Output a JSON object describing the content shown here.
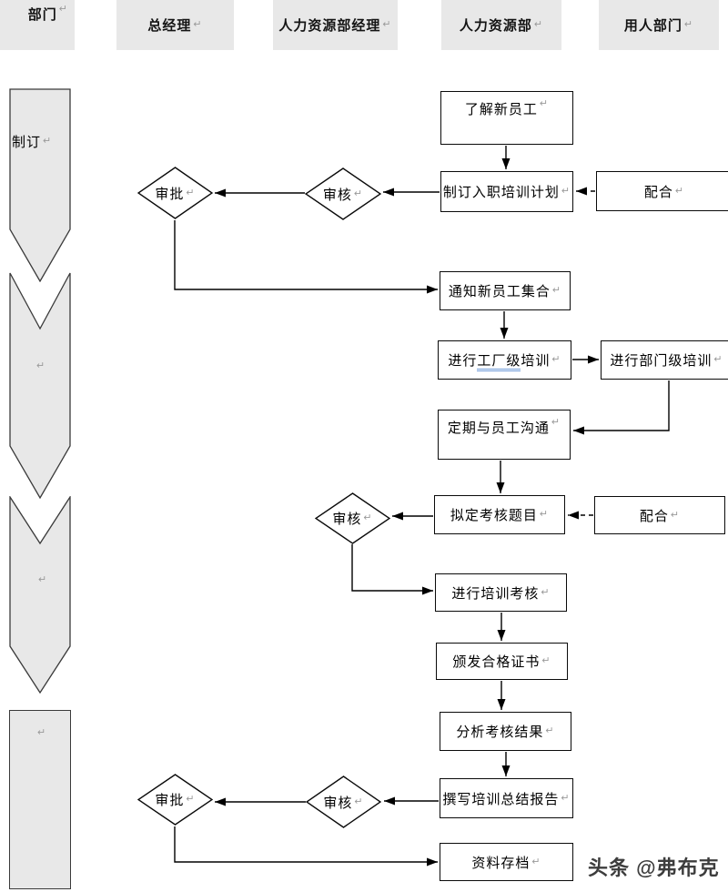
{
  "marks": {
    "return": "↵"
  },
  "colors": {
    "header_bg": "#e8e8e8",
    "phase_fill": "#e8e8e8",
    "box_border": "#0a0a0a",
    "connector": "#000000",
    "return_mark": "#9a9a9a",
    "grammar_underline": "#6e9bd9",
    "watermark_text": "#3d3d3d"
  },
  "header": {
    "corner": "部门",
    "columns": [
      "总经理",
      "人力资源部经理",
      "人力资源部",
      "用人部门"
    ]
  },
  "phases": [
    "制订",
    "",
    "",
    ""
  ],
  "boxes": {
    "know_new_employee": "了解新员工",
    "make_plan": "制订入职培训计划",
    "cooperate1": "配合",
    "notify": "通知新员工集合",
    "factory_prefix": "进行",
    "factory_underlined": "工厂级",
    "factory_suffix": "培训",
    "dept_training": "进行部门级培训",
    "communicate": "定期与员工沟通",
    "draft_exam": "拟定考核题目",
    "cooperate2": "配合",
    "conduct_exam": "进行培训考核",
    "issue_cert": "颁发合格证书",
    "analyze": "分析考核结果",
    "report": "撰写培训总结报告",
    "archive": "资料存档"
  },
  "diamonds": {
    "approve1": "审批",
    "review1": "审核",
    "review2": "审核",
    "review3": "审核",
    "approve2": "审批"
  },
  "watermark": "头条 @弗布克"
}
